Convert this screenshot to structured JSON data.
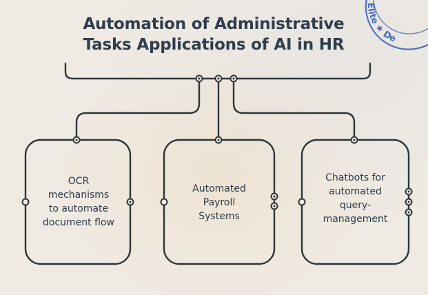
{
  "title": {
    "line1": "Automation of Administrative",
    "line2": "Tasks Applications of AI in HR"
  },
  "boxes": [
    {
      "lines": [
        "OCR",
        "mechanisms",
        "to automate",
        "document flow"
      ]
    },
    {
      "lines": [
        "Automated",
        "Payroll",
        "Systems"
      ]
    },
    {
      "lines": [
        "Chatbots for",
        "automated",
        "query-",
        "management"
      ]
    }
  ],
  "stamp": {
    "text": "Elite ★ De"
  },
  "colors": {
    "line": "#2e3538",
    "title": "#2f3d4c",
    "text": "#2c3947",
    "stamp": "#3a5bb8"
  }
}
